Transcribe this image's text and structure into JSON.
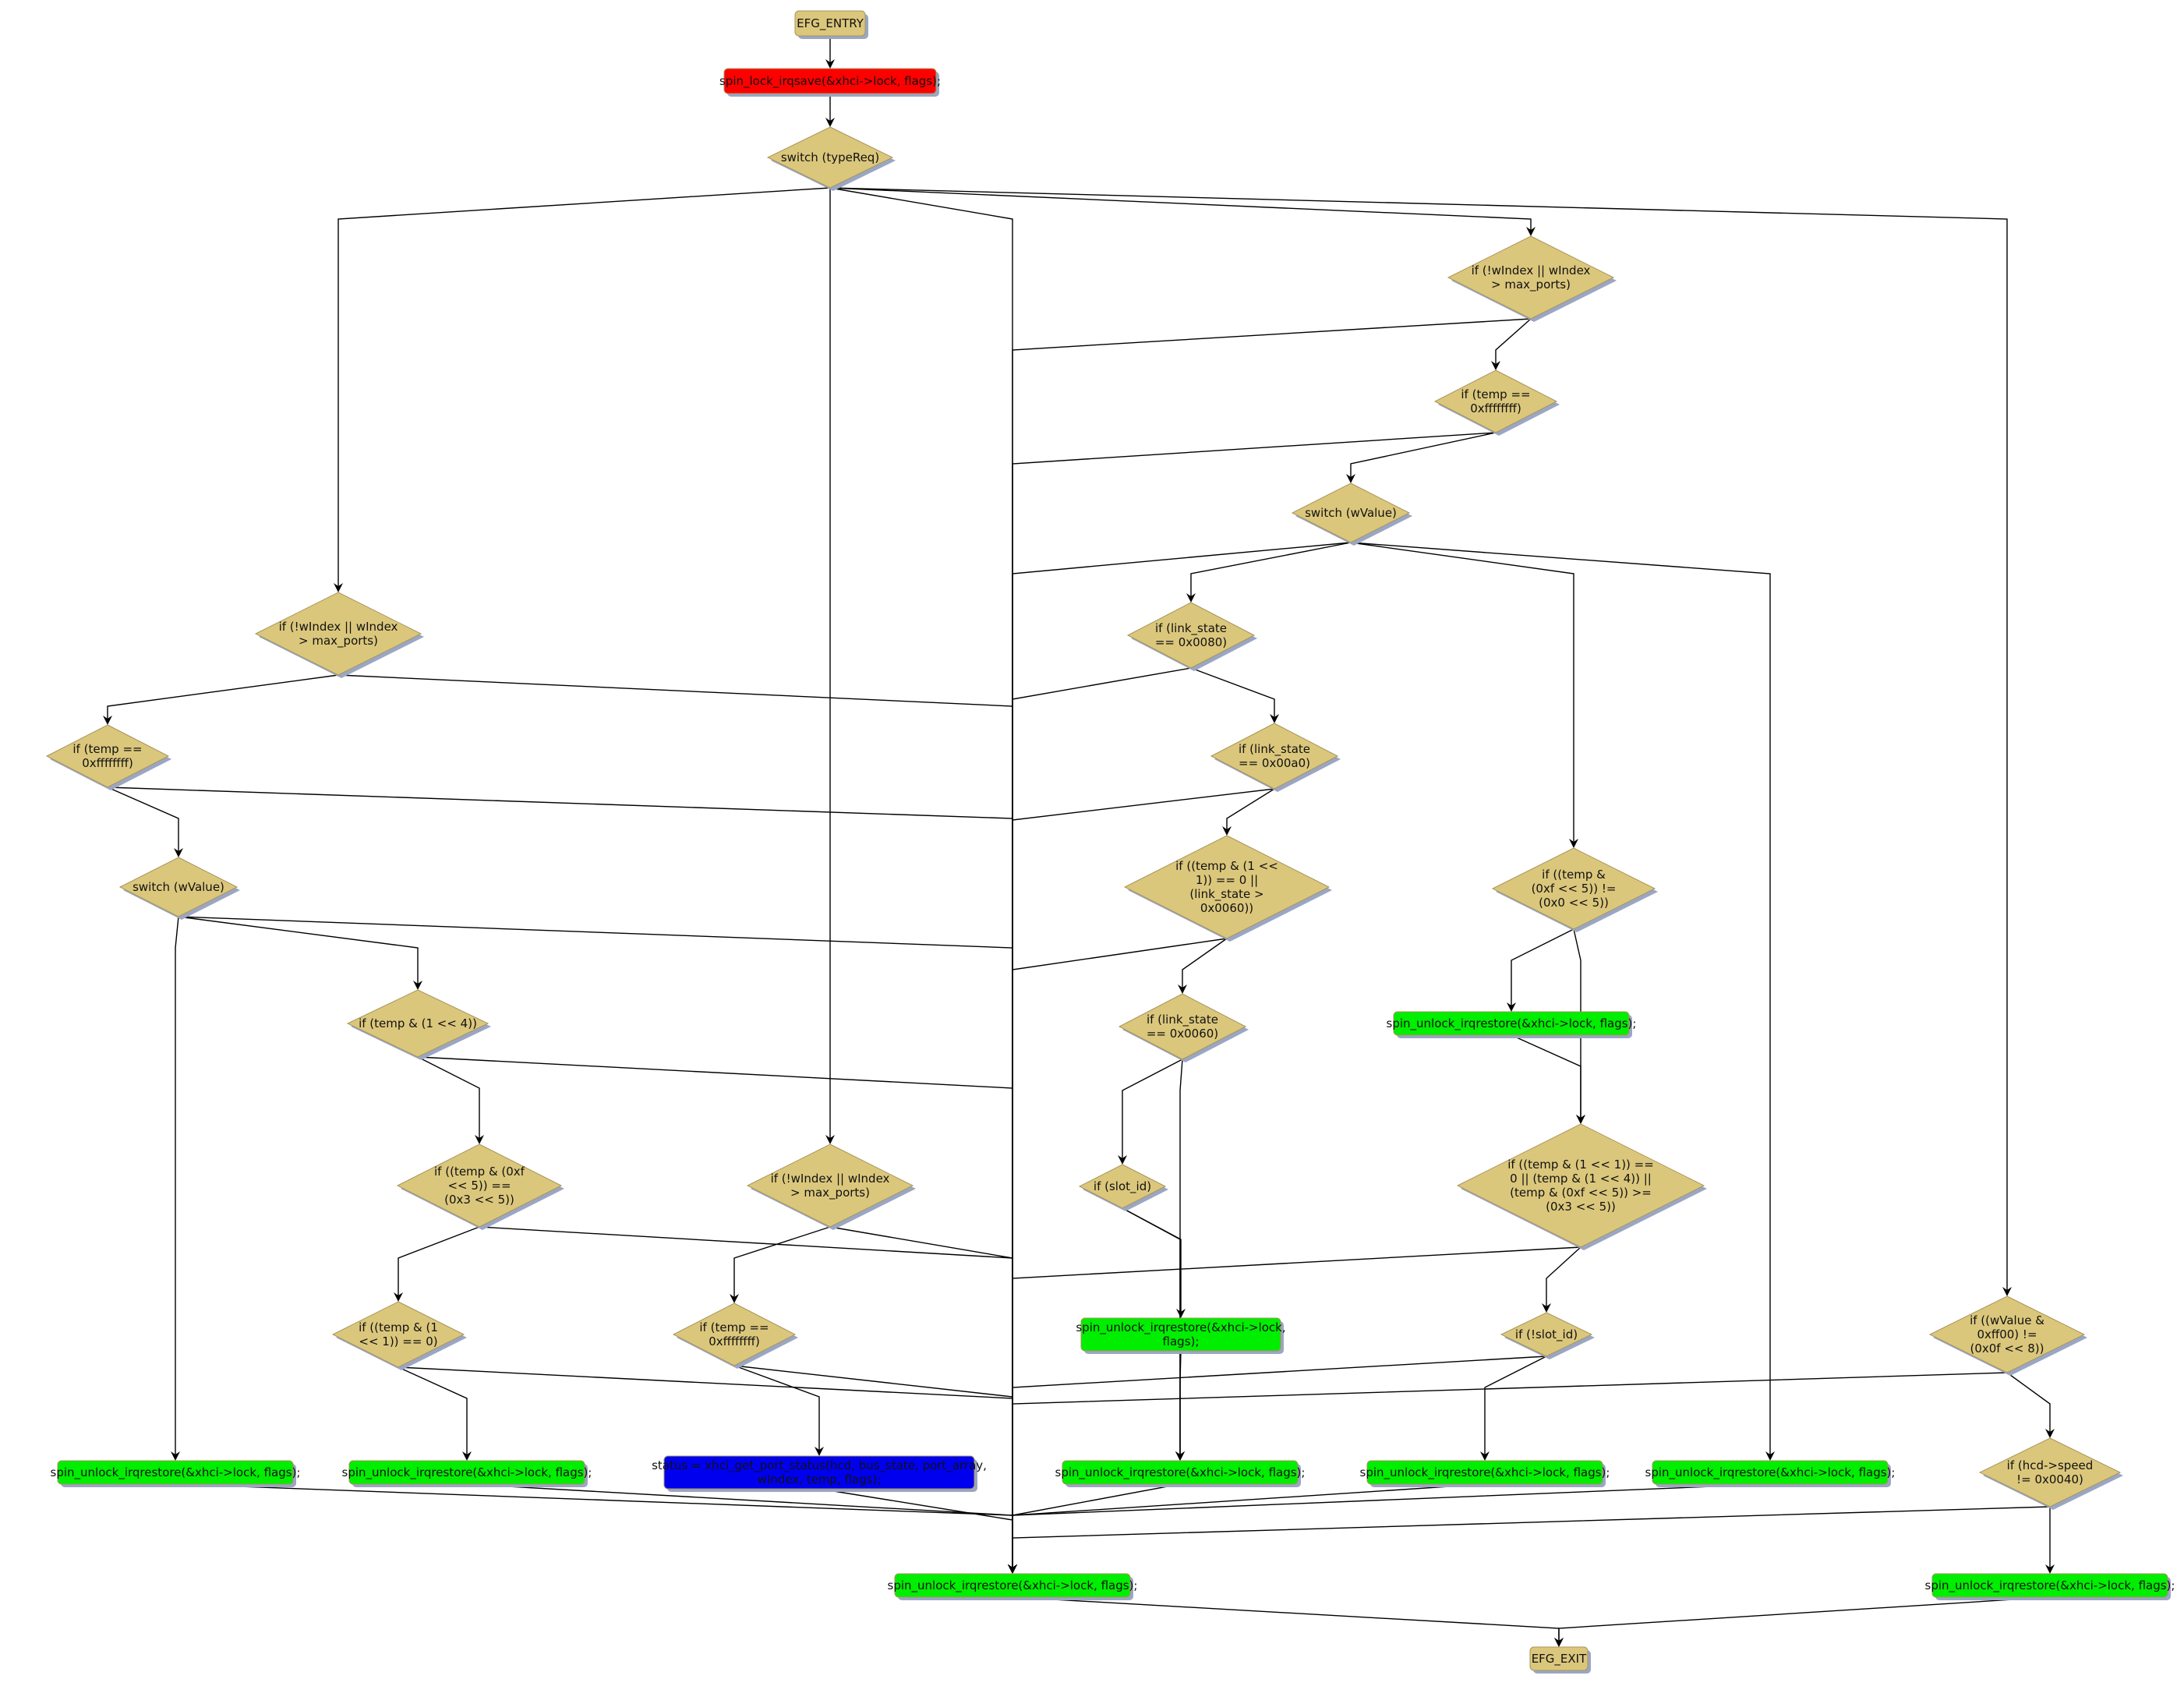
{
  "colors": {
    "decision": "#dbc77c",
    "decision_stroke": "#a8945a",
    "terminal": "#dbc77c",
    "lock": "#ff0000",
    "unlock": "#00ee00",
    "call": "#0000ee",
    "shadow": "#9aa6c4",
    "edge": "#000000"
  },
  "nodes": [
    {
      "id": "entry",
      "kind": "terminal",
      "lines": [
        "EFG_ENTRY"
      ]
    },
    {
      "id": "lock",
      "kind": "lock",
      "lines": [
        "spin_lock_irqsave(&xhci->lock, flags);"
      ]
    },
    {
      "id": "sw_type",
      "kind": "decision",
      "lines": [
        "switch (typeReq)"
      ]
    },
    {
      "id": "r_windex",
      "kind": "decision",
      "lines": [
        "if (!wIndex || wIndex",
        "> max_ports)"
      ]
    },
    {
      "id": "r_temp",
      "kind": "decision",
      "lines": [
        "if (temp ==",
        "0xffffffff)"
      ]
    },
    {
      "id": "r_sw_wvalue",
      "kind": "decision",
      "lines": [
        "switch (wValue)"
      ]
    },
    {
      "id": "ls_0080",
      "kind": "decision",
      "lines": [
        "if (link_state",
        "== 0x0080)"
      ]
    },
    {
      "id": "ls_00a0",
      "kind": "decision",
      "lines": [
        "if (link_state",
        "== 0x00a0)"
      ]
    },
    {
      "id": "temp_bit1_ls",
      "kind": "decision",
      "lines": [
        "if ((temp & (1 <<",
        "1)) == 0 ||",
        "(link_state >",
        "0x0060))"
      ]
    },
    {
      "id": "ls_0060",
      "kind": "decision",
      "lines": [
        "if (link_state",
        "== 0x0060)"
      ]
    },
    {
      "id": "slot_id",
      "kind": "decision",
      "lines": [
        "if (slot_id)"
      ]
    },
    {
      "id": "g_slot",
      "kind": "unlock",
      "lines": [
        "spin_unlock_irqrestore(&xhci->lock,",
        "flags);"
      ]
    },
    {
      "id": "g_ls_merge",
      "kind": "unlock",
      "lines": [
        "spin_unlock_irqrestore(&xhci->lock, flags);"
      ]
    },
    {
      "id": "temp_0xf_ne",
      "kind": "decision",
      "lines": [
        "if ((temp &",
        "(0xf << 5)) !=",
        "(0x0 << 5))"
      ]
    },
    {
      "id": "g_0xf",
      "kind": "unlock",
      "lines": [
        "spin_unlock_irqrestore(&xhci->lock, flags);"
      ]
    },
    {
      "id": "big_cond",
      "kind": "decision",
      "lines": [
        "if ((temp & (1 << 1)) ==",
        "0 || (temp & (1 << 4)) ||",
        "(temp & (0xf << 5)) >=",
        "(0x3 << 5))"
      ]
    },
    {
      "id": "not_slot_id",
      "kind": "decision",
      "lines": [
        "if (!slot_id)"
      ]
    },
    {
      "id": "g_notslot",
      "kind": "unlock",
      "lines": [
        "spin_unlock_irqrestore(&xhci->lock, flags);"
      ]
    },
    {
      "id": "g_case4",
      "kind": "unlock",
      "lines": [
        "spin_unlock_irqrestore(&xhci->lock, flags);"
      ]
    },
    {
      "id": "wvalue_ff00",
      "kind": "decision",
      "lines": [
        "if ((wValue &",
        "0xff00) !=",
        "(0x0f << 8))"
      ]
    },
    {
      "id": "hcd_speed",
      "kind": "decision",
      "lines": [
        "if (hcd->speed",
        "!= 0x0040)"
      ]
    },
    {
      "id": "g_speed",
      "kind": "unlock",
      "lines": [
        "spin_unlock_irqrestore(&xhci->lock, flags);"
      ]
    },
    {
      "id": "l_windex",
      "kind": "decision",
      "lines": [
        "if (!wIndex || wIndex",
        "> max_ports)"
      ]
    },
    {
      "id": "l_temp",
      "kind": "decision",
      "lines": [
        "if (temp ==",
        "0xffffffff)"
      ]
    },
    {
      "id": "l_sw_wvalue",
      "kind": "decision",
      "lines": [
        "switch (wValue)"
      ]
    },
    {
      "id": "l_bit4",
      "kind": "decision",
      "lines": [
        "if (temp & (1 << 4))"
      ]
    },
    {
      "id": "l_0xf_eq",
      "kind": "decision",
      "lines": [
        "if ((temp & (0xf",
        "<< 5)) ==",
        "(0x3 << 5))"
      ]
    },
    {
      "id": "l_bit1",
      "kind": "decision",
      "lines": [
        "if ((temp & (1",
        "<< 1)) == 0)"
      ]
    },
    {
      "id": "g_l1",
      "kind": "unlock",
      "lines": [
        "spin_unlock_irqrestore(&xhci->lock, flags);"
      ]
    },
    {
      "id": "g_l2",
      "kind": "unlock",
      "lines": [
        "spin_unlock_irqrestore(&xhci->lock, flags);"
      ]
    },
    {
      "id": "m_windex",
      "kind": "decision",
      "lines": [
        "if (!wIndex || wIndex",
        "> max_ports)"
      ]
    },
    {
      "id": "m_temp",
      "kind": "decision",
      "lines": [
        "if (temp ==",
        "0xffffffff)"
      ]
    },
    {
      "id": "status_call",
      "kind": "call",
      "lines": [
        "status = xhci_get_port_status(hcd, bus_state, port_array,",
        "wIndex, temp, flags);"
      ]
    },
    {
      "id": "g_main",
      "kind": "unlock",
      "lines": [
        "spin_unlock_irqrestore(&xhci->lock, flags);"
      ]
    },
    {
      "id": "exit",
      "kind": "terminal",
      "lines": [
        "EFG_EXIT"
      ]
    }
  ],
  "edges": [
    [
      "entry",
      "lock"
    ],
    [
      "lock",
      "sw_type"
    ],
    [
      "sw_type",
      "g_main"
    ],
    [
      "sw_type",
      "l_windex"
    ],
    [
      "sw_type",
      "m_windex"
    ],
    [
      "sw_type",
      "r_windex"
    ],
    [
      "sw_type",
      "wvalue_ff00"
    ],
    [
      "r_windex",
      "r_temp"
    ],
    [
      "r_windex",
      "g_main"
    ],
    [
      "r_temp",
      "r_sw_wvalue"
    ],
    [
      "r_temp",
      "g_main"
    ],
    [
      "r_sw_wvalue",
      "g_main"
    ],
    [
      "r_sw_wvalue",
      "ls_0080"
    ],
    [
      "r_sw_wvalue",
      "temp_0xf_ne"
    ],
    [
      "r_sw_wvalue",
      "g_case4"
    ],
    [
      "ls_0080",
      "g_main"
    ],
    [
      "ls_0080",
      "ls_00a0"
    ],
    [
      "ls_00a0",
      "temp_bit1_ls"
    ],
    [
      "ls_00a0",
      "g_main"
    ],
    [
      "temp_bit1_ls",
      "ls_0060"
    ],
    [
      "temp_bit1_ls",
      "g_main"
    ],
    [
      "ls_0060",
      "slot_id"
    ],
    [
      "ls_0060",
      "g_ls_merge"
    ],
    [
      "slot_id",
      "g_ls_merge"
    ],
    [
      "slot_id",
      "g_slot"
    ],
    [
      "g_slot",
      "g_ls_merge"
    ],
    [
      "g_ls_merge",
      "g_main"
    ],
    [
      "temp_0xf_ne",
      "g_0xf"
    ],
    [
      "temp_0xf_ne",
      "big_cond"
    ],
    [
      "g_0xf",
      "big_cond"
    ],
    [
      "big_cond",
      "not_slot_id"
    ],
    [
      "big_cond",
      "g_main"
    ],
    [
      "not_slot_id",
      "g_notslot"
    ],
    [
      "not_slot_id",
      "g_main"
    ],
    [
      "g_notslot",
      "g_main"
    ],
    [
      "g_case4",
      "g_main"
    ],
    [
      "wvalue_ff00",
      "g_main"
    ],
    [
      "wvalue_ff00",
      "hcd_speed"
    ],
    [
      "hcd_speed",
      "g_main"
    ],
    [
      "hcd_speed",
      "g_speed"
    ],
    [
      "l_windex",
      "l_temp"
    ],
    [
      "l_windex",
      "g_main"
    ],
    [
      "l_temp",
      "g_main"
    ],
    [
      "l_temp",
      "l_sw_wvalue"
    ],
    [
      "l_sw_wvalue",
      "g_main"
    ],
    [
      "l_sw_wvalue",
      "g_l1"
    ],
    [
      "l_sw_wvalue",
      "l_bit4"
    ],
    [
      "l_bit4",
      "g_main"
    ],
    [
      "l_bit4",
      "l_0xf_eq"
    ],
    [
      "l_0xf_eq",
      "l_bit1"
    ],
    [
      "l_0xf_eq",
      "g_main"
    ],
    [
      "l_bit1",
      "g_main"
    ],
    [
      "l_bit1",
      "g_l2"
    ],
    [
      "g_l1",
      "g_main"
    ],
    [
      "g_l2",
      "g_main"
    ],
    [
      "m_windex",
      "m_temp"
    ],
    [
      "m_windex",
      "g_main"
    ],
    [
      "m_temp",
      "g_main"
    ],
    [
      "m_temp",
      "status_call"
    ],
    [
      "status_call",
      "g_main"
    ],
    [
      "g_main",
      "exit"
    ],
    [
      "g_speed",
      "exit"
    ]
  ]
}
